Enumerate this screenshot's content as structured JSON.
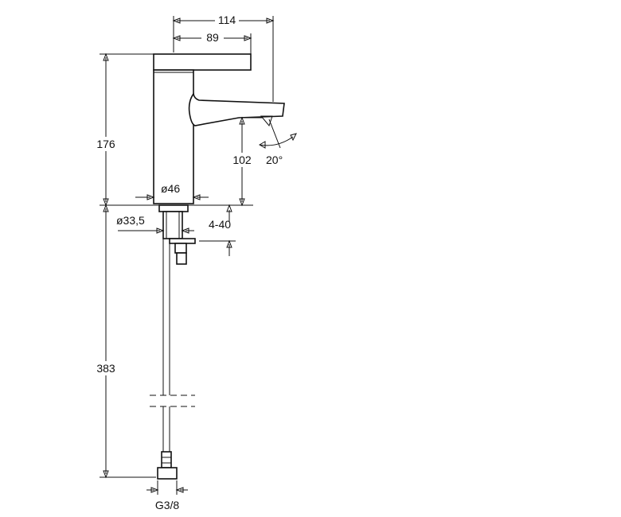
{
  "drawing": {
    "dimensions": {
      "spout_reach": "114",
      "handle_length": "89",
      "total_height": "176",
      "spout_height": "102",
      "spout_angle": "20°",
      "body_diameter": "ø46",
      "shank_diameter": "ø33,5",
      "deck_thickness": "4-40",
      "hose_length": "383",
      "connection_thread": "G3/8"
    },
    "colors": {
      "line": "#111111",
      "background": "#ffffff"
    }
  }
}
